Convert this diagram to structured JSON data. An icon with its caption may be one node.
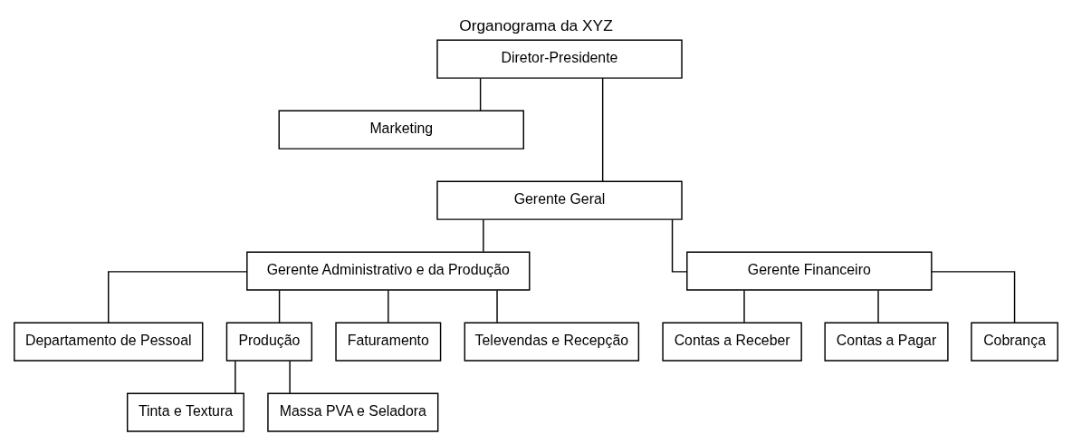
{
  "diagram": {
    "title": "Organograma da XYZ",
    "nodes": [
      {
        "text": [
          "Diretor-Presidente"
        ]
      },
      {
        "text": [
          "Marketing"
        ]
      },
      {
        "text": [
          "Gerente Geral"
        ]
      },
      {
        "text": [
          "Gerente Administrativo e da Produção"
        ]
      },
      {
        "text": [
          "Gerente Financeiro"
        ]
      },
      {
        "text": [
          "Departamento de Pessoal"
        ]
      },
      {
        "text": [
          "Produção"
        ]
      },
      {
        "text": [
          "Faturamento"
        ]
      },
      {
        "text": [
          "Televendas e Recepção"
        ]
      },
      {
        "text": [
          "Contas a Receber"
        ]
      },
      {
        "text": [
          "Contas a Pagar"
        ]
      },
      {
        "text": [
          "Cobrança"
        ]
      },
      {
        "text": [
          "Tinta e Textura"
        ]
      },
      {
        "text": [
          "Massa PVA e Seladora"
        ]
      }
    ],
    "edges": [
      {
        "from": 0,
        "to": 1,
        "arrow": "none"
      },
      {
        "from": 0,
        "to": 2,
        "arrow": "none"
      },
      {
        "from": 2,
        "to": 3,
        "arrow": "none"
      },
      {
        "from": 2,
        "to": 4,
        "arrow": "none"
      },
      {
        "from": 3,
        "to": 5,
        "arrow": "none"
      },
      {
        "from": 3,
        "to": 6,
        "arrow": "none"
      },
      {
        "from": 3,
        "to": 7,
        "arrow": "none"
      },
      {
        "from": 3,
        "to": 8,
        "arrow": "none"
      },
      {
        "from": 4,
        "to": 9,
        "arrow": "none"
      },
      {
        "from": 4,
        "to": 10,
        "arrow": "none"
      },
      {
        "from": 4,
        "to": 11,
        "arrow": "none"
      },
      {
        "from": 6,
        "to": 12,
        "arrow": "none"
      },
      {
        "from": 6,
        "to": 13,
        "arrow": "none"
      }
    ]
  }
}
